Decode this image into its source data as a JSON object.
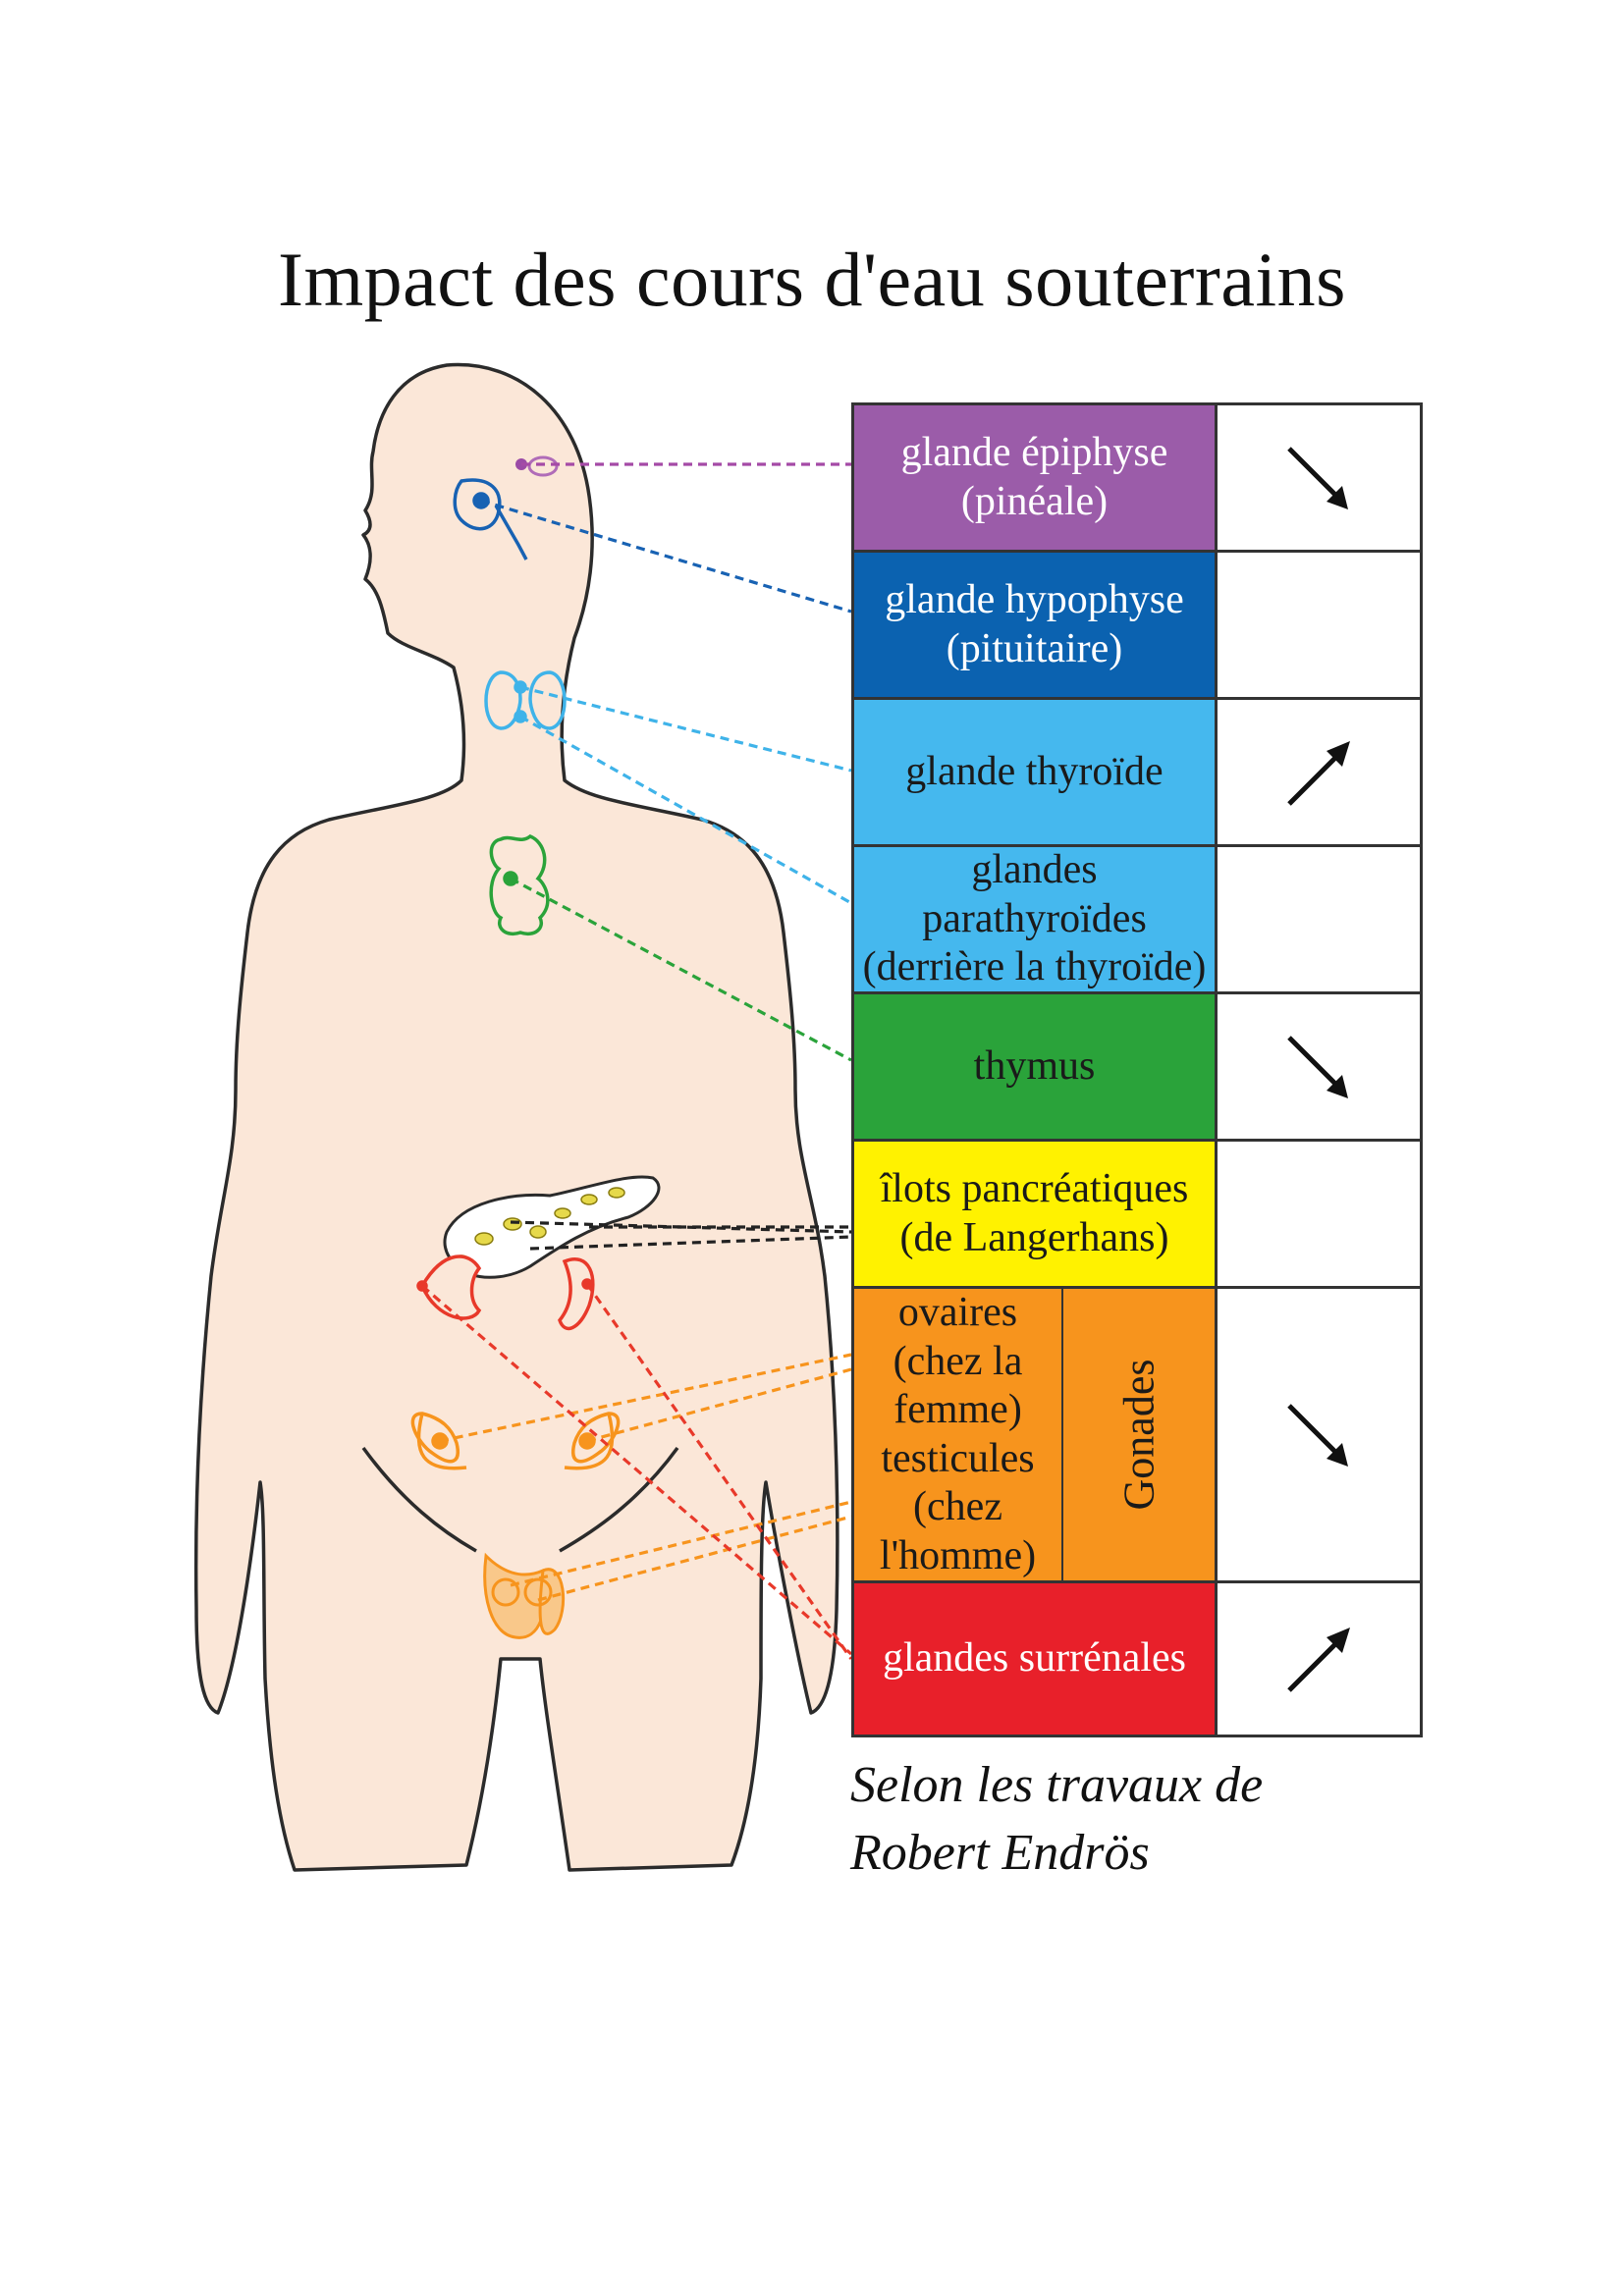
{
  "title": "Impact des cours d'eau souterrains",
  "glands": [
    {
      "id": "epiphyse",
      "line1": "glande épiphyse",
      "line2": "(pinéale)",
      "color": "#9b5ca9",
      "text_color": "#ffffff",
      "effect": "down",
      "connector_color": "#a54aa6"
    },
    {
      "id": "hypophyse",
      "line1": "glande hypophyse",
      "line2": "(pituitaire)",
      "color": "#0b62b0",
      "text_color": "#ffffff",
      "effect": "none",
      "connector_color": "#1862b3"
    },
    {
      "id": "thyroide",
      "line1": "glande thyroïde",
      "line2": "",
      "color": "#45b8ee",
      "text_color": "#1a1a1a",
      "effect": "up",
      "connector_color": "#3fb3e9"
    },
    {
      "id": "parathyroides",
      "line1": "glandes parathyroïdes",
      "line2": "(derrière la thyroïde)",
      "color": "#45b8ee",
      "text_color": "#1a1a1a",
      "effect": "none",
      "connector_color": "#3fb3e9"
    },
    {
      "id": "thymus",
      "line1": "thymus",
      "line2": "",
      "color": "#2aa33a",
      "text_color": "#1a1a1a",
      "effect": "down",
      "connector_color": "#2aa33a"
    },
    {
      "id": "pancreas",
      "line1": "îlots pancréatiques",
      "line2": "(de Langerhans)",
      "color": "#fff200",
      "text_color": "#1a1a1a",
      "effect": "none",
      "connector_color": "#222222"
    },
    {
      "id": "surrenales",
      "line1": "glandes surrénales",
      "line2": "",
      "color": "#e8202a",
      "text_color": "#ffffff",
      "effect": "up",
      "connector_color": "#e8392a"
    }
  ],
  "gonads": {
    "group_label": "Gonades",
    "color": "#f7941d",
    "effect": "down",
    "ovaires": {
      "line1": "ovaires",
      "line2": "(chez la femme)"
    },
    "testicules": {
      "line1": "testicules",
      "line2": "(chez l'homme)"
    }
  },
  "credit": {
    "line1": "Selon les travaux de",
    "line2": "Robert Endrös"
  },
  "colors": {
    "body_fill": "#fbe7d8",
    "body_stroke": "#2b2b2b"
  }
}
